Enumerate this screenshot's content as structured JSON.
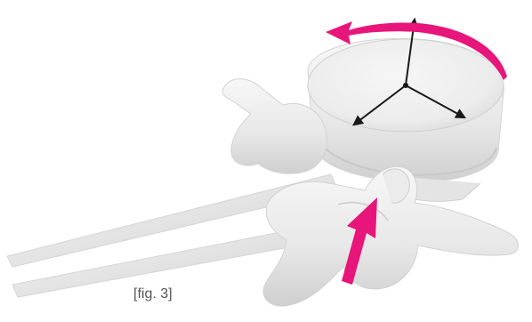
{
  "figure": {
    "caption": "[fig. 3]",
    "subject": "lumbar-vertebra",
    "colors": {
      "bone_light": "#f4f4f4",
      "bone_mid": "#e2e2e2",
      "bone_shadow": "#c9c9c9",
      "outline": "#d4d4d4",
      "axis_arrows": "#1a1a1a",
      "motion_arrows": "#e8157a"
    },
    "annotations": [
      {
        "kind": "rotation-arrow",
        "icon": "curved-arrow-icon"
      },
      {
        "kind": "translation-arrow",
        "icon": "upward-arrow-icon"
      },
      {
        "kind": "axis-triad",
        "icon": "three-axis-icon"
      }
    ]
  }
}
